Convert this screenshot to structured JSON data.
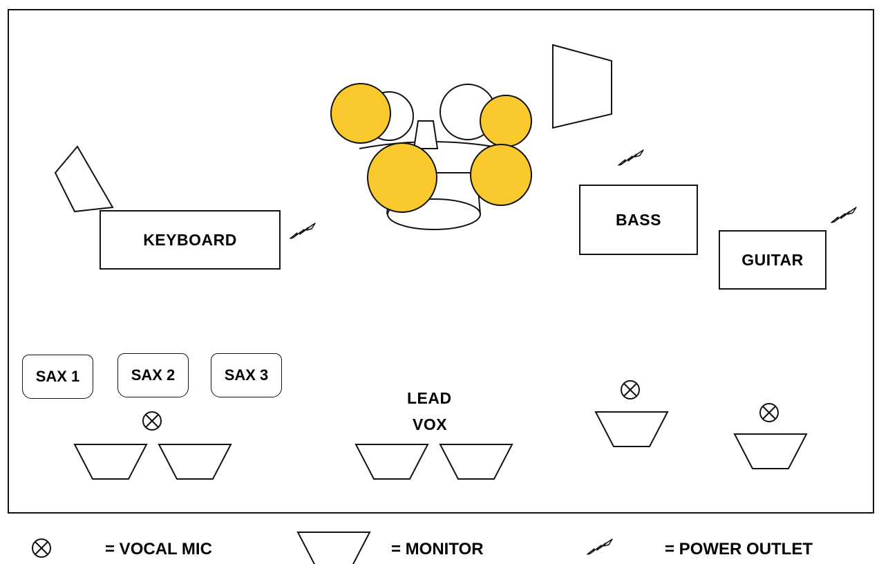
{
  "instruments": {
    "keyboard": "KEYBOARD",
    "bass": "BASS",
    "guitar": "GUITAR"
  },
  "horns": {
    "sax1": "SAX 1",
    "sax2": "SAX 2",
    "sax3": "SAX 3"
  },
  "lead_vocal": {
    "line1": "LEAD",
    "line2": "VOX"
  },
  "legend": {
    "vocal_mic": "= VOCAL MIC",
    "monitor": "= MONITOR",
    "power_outlet": "= POWER OUTLET"
  },
  "colors": {
    "cymbal": "#F9C92E",
    "outline": "#111111"
  },
  "icons": [
    "vocal-mic-icon",
    "monitor-icon",
    "power-outlet-icon",
    "drum-kit-icon",
    "amp-icon"
  ]
}
